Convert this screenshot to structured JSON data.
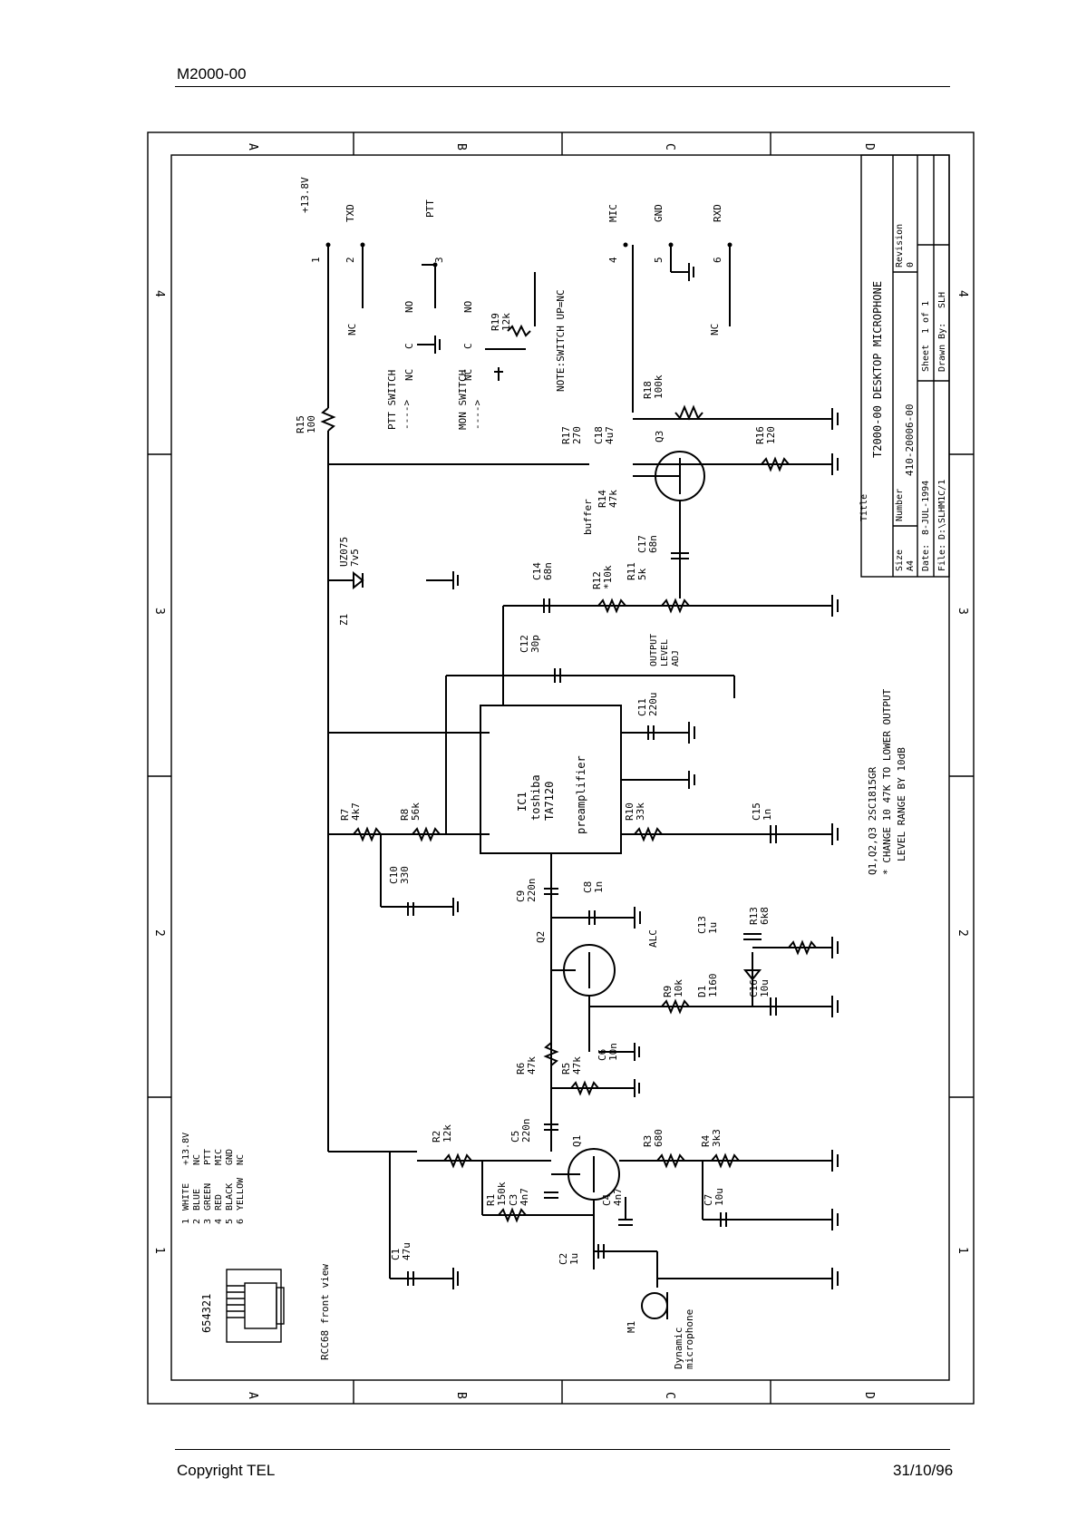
{
  "header": {
    "doc_id": "M2000-00"
  },
  "footer": {
    "copyright": "Copyright TEL",
    "date": "31/10/96"
  },
  "frame": {
    "col_letters": [
      "A",
      "B",
      "C",
      "D"
    ],
    "row_numbers": [
      "4",
      "3",
      "2",
      "1"
    ]
  },
  "title_block": {
    "title_label": "Title",
    "title": "T2000-00 DESKTOP MICROPHONE",
    "size_label": "Size",
    "size": "A4",
    "number_label": "Number",
    "number": "410-20006-00",
    "revision_label": "Revision",
    "revision": "0",
    "date_label": "Date:",
    "date": "8-JUL-1994",
    "sheet_label": "Sheet",
    "sheet": "1 of 1",
    "file_label": "File:",
    "file": "D:\\SLHM1C/1",
    "drawn_label": "Drawn By:",
    "drawn": "SLH"
  },
  "notes": {
    "transistors": "Q1,Q2,Q3   2SC1815GR",
    "change_1": "* CHANGE 10 47K TO LOWER OUTPUT",
    "change_2": "LEVEL RANGE BY 10dB",
    "switch_note": "NOTE:SWITCH UP=NC",
    "ptt_switch": "PTT SWITCH",
    "mon_switch": "MON SWITCH",
    "arrow": "---->",
    "buffer": "buffer",
    "alc": "ALC",
    "output_level": "OUTPUT",
    "output_level_2": "LEVEL",
    "output_level_3": "ADJ"
  },
  "connector": {
    "pin_numbers": "654321",
    "view": "RCC68 front view",
    "wires": [
      {
        "pin": "1",
        "color": "WHITE",
        "signal": "+13.8V"
      },
      {
        "pin": "2",
        "color": "BLUE",
        "signal": "NC"
      },
      {
        "pin": "3",
        "color": "GREEN",
        "signal": "PTT"
      },
      {
        "pin": "4",
        "color": "RED",
        "signal": "MIC"
      },
      {
        "pin": "5",
        "color": "BLACK",
        "signal": "GND"
      },
      {
        "pin": "6",
        "color": "YELLOW",
        "signal": "NC"
      }
    ]
  },
  "terminals": [
    {
      "num": "1",
      "name": "+13.8V"
    },
    {
      "num": "2",
      "name": "TXD"
    },
    {
      "num": "3",
      "name": "PTT"
    },
    {
      "num": "4",
      "name": "MIC"
    },
    {
      "num": "5",
      "name": "GND"
    },
    {
      "num": "6",
      "name": "RXD"
    }
  ],
  "switch_labels": {
    "nc": "NC",
    "no": "NO",
    "c": "C"
  },
  "components": {
    "R15": [
      "R15",
      "100"
    ],
    "Z1": [
      "Z1",
      ""
    ],
    "UZ07": [
      "UZ075",
      "7v5"
    ],
    "R17": [
      "R17",
      "270"
    ],
    "C18": [
      "C18",
      "4u7"
    ],
    "R18": [
      "R18",
      "100k"
    ],
    "R16": [
      "R16",
      "120"
    ],
    "Q3": [
      "Q3",
      ""
    ],
    "R14": [
      "R14",
      "47k"
    ],
    "C17": [
      "C17",
      "68n"
    ],
    "C14": [
      "C14",
      "68n"
    ],
    "R12": [
      "R12",
      "*10k"
    ],
    "R11": [
      "R11",
      "5k"
    ],
    "C12": [
      "C12",
      "30p"
    ],
    "C11": [
      "C11",
      "220u"
    ],
    "R19": [
      "R19",
      "12k"
    ],
    "IC1": [
      "IC1",
      "toshiba"
    ],
    "IC1b": [
      "TA7120",
      "preamplifier"
    ],
    "R7": [
      "R7",
      "4k7"
    ],
    "R8": [
      "R8",
      "56k"
    ],
    "C10": [
      "C10",
      "330"
    ],
    "R10": [
      "R10",
      "33k"
    ],
    "C15": [
      "C15",
      "1n"
    ],
    "C9": [
      "C9",
      "220n"
    ],
    "C8": [
      "C8",
      "1n"
    ],
    "C13": [
      "C13",
      "1u"
    ],
    "R13": [
      "R13",
      "6k8"
    ],
    "Q2": [
      "Q2",
      ""
    ],
    "R9": [
      "R9",
      "10k"
    ],
    "D1": [
      "D1",
      "1160"
    ],
    "C16": [
      "C16",
      "10u"
    ],
    "C6": [
      "C6",
      "10n"
    ],
    "R6": [
      "R6",
      "47k"
    ],
    "R5": [
      "R5",
      "47k"
    ],
    "R2": [
      "R2",
      "12k"
    ],
    "C5": [
      "C5",
      "220n"
    ],
    "Q1": [
      "Q1",
      ""
    ],
    "R3": [
      "R3",
      "680"
    ],
    "R4": [
      "R4",
      "3k3"
    ],
    "R1": [
      "R1",
      "150k"
    ],
    "C3": [
      "C3",
      "4n7"
    ],
    "C4": [
      "C4",
      "4n7"
    ],
    "C7": [
      "C7",
      "10u"
    ],
    "C1": [
      "C1",
      "47u"
    ],
    "C2": [
      "C2",
      "1u"
    ],
    "M1": [
      "M1",
      ""
    ],
    "MIC": [
      "Dynamic",
      "microphone"
    ]
  }
}
